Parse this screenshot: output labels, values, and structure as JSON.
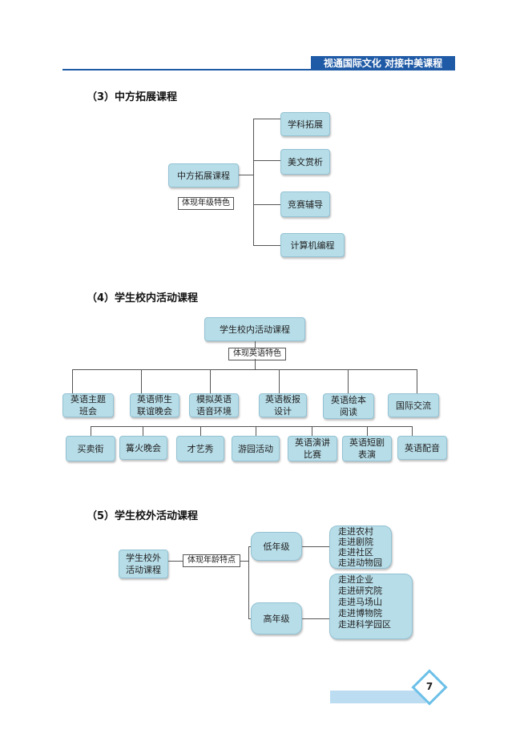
{
  "header": {
    "title": "视通国际文化  对接中美课程"
  },
  "s3": {
    "title": "（3）中方拓展课程",
    "root": "中方拓展课程",
    "tag": "体现年级特色",
    "items": [
      "学科拓展",
      "美文赏析",
      "竞赛辅导",
      "计算机编程"
    ]
  },
  "s4": {
    "title": "（4）学生校内活动课程",
    "root": "学生校内活动课程",
    "tag": "体现英语特色",
    "top": [
      "英语主题\n班会",
      "英语师生\n联谊晚会",
      "模拟英语\n语音环境",
      "英语板报\n设计",
      "英语绘本\n阅读",
      "国际交流"
    ],
    "bottom": [
      "买卖街",
      "篝火晚会",
      "才艺秀",
      "游园活动",
      "英语演讲\n比赛",
      "英语短剧\n表演",
      "英语配音"
    ]
  },
  "s5": {
    "title": "（5）学生校外活动课程",
    "root": "学生校外\n活动课程",
    "tag": "体现年龄特点",
    "low": {
      "label": "低年级",
      "items": [
        "走进农村",
        "走进剧院",
        "走进社区",
        "走进动物园"
      ]
    },
    "high": {
      "label": "高年级",
      "items": [
        "走进企业",
        "走进研究院",
        "走进马场山",
        "走进博物院",
        "走进科学园区"
      ]
    }
  },
  "page_number": "7",
  "colors": {
    "header_blue": "#1f5aa6",
    "box_fill": "#b7dde8",
    "page_accent": "#6cc0e8"
  }
}
